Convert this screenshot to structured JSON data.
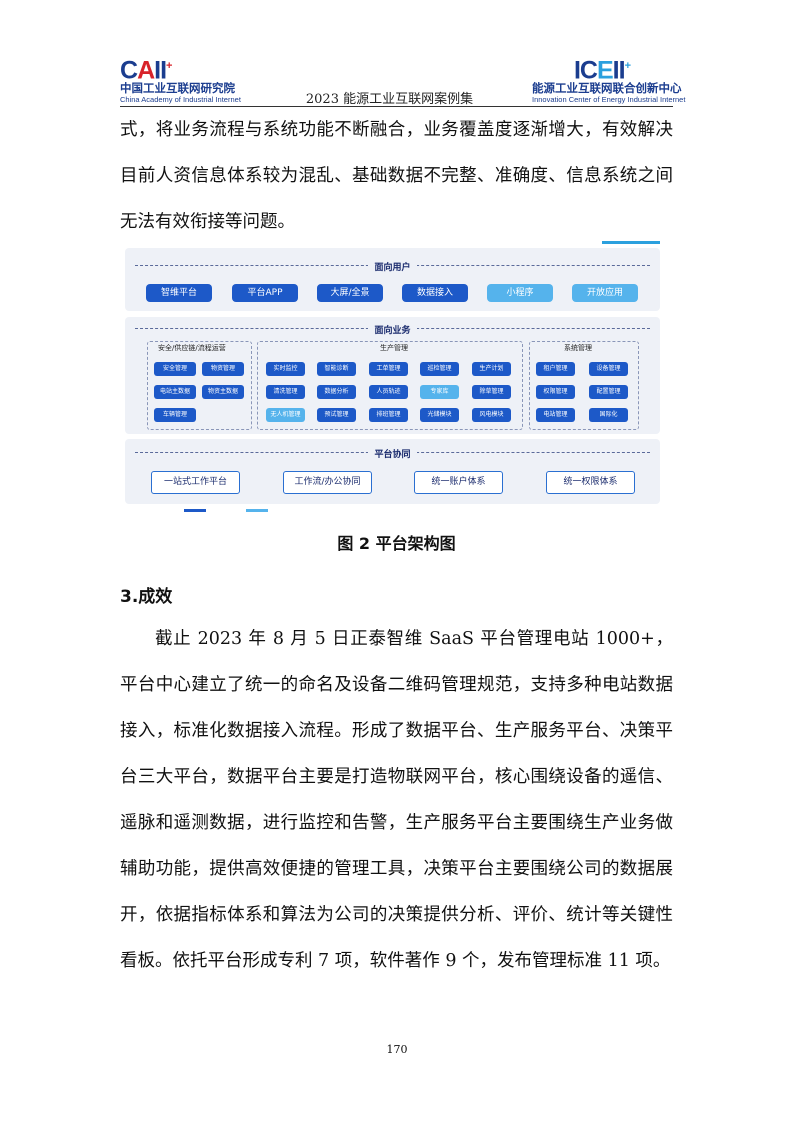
{
  "header": {
    "left_logo": {
      "mark": "CAII",
      "plus": "+",
      "cn": "中国工业互联网研究院",
      "en": "China Academy of Industrial Internet"
    },
    "title": "2023 能源工业互联网案例集",
    "right_logo": {
      "mark": "ICEII",
      "plus": "+",
      "cn": "能源工业互联网联合创新中心",
      "en": "Innovation Center of Energy Industrial Internet"
    }
  },
  "body": {
    "para1": "式，将业务流程与系统功能不断融合，业务覆盖度逐渐增大，有效解决目前人资信息体系较为混乱、基础数据不完整、准确度、信息系统之间无法有效衔接等问题。",
    "caption": "图 2  平台架构图",
    "section_title": "3.成效",
    "para2": "截止 2023 年 8 月 5 日正泰智维 SaaS 平台管理电站 1000+，平台中心建立了统一的命名及设备二维码管理规范，支持多种电站数据接入，标准化数据接入流程。形成了数据平台、生产服务平台、决策平台三大平台，数据平台主要是打造物联网平台，核心围绕设备的遥信、遥脉和遥测数据，进行监控和告警，生产服务平台主要围绕生产业务做辅助功能，提供高效便捷的管理工具，决策平台主要围绕公司的数据展开，依据指标体系和算法为公司的决策提供分析、评价、统计等关键性看板。依托平台形成专利 7 项，软件著作 9 个，发布管理标准 11 项。"
  },
  "diagram": {
    "user_layer": {
      "title": "面向用户",
      "items": [
        "智维平台",
        "平台APP",
        "大屏/全景",
        "数据接入",
        "小程序",
        "开放应用"
      ]
    },
    "business_layer": {
      "title": "面向业务",
      "groups": [
        {
          "title": "安全/供应链/流程运营",
          "items": [
            "安全管理",
            "物资管理",
            "电站主数据",
            "物资主数据",
            "车辆管理"
          ]
        },
        {
          "title": "生产管理",
          "items": [
            "实时监控",
            "智能诊断",
            "工单管理",
            "巡检管理",
            "生产计划",
            "清洗管理",
            "数据分析",
            "人员轨迹",
            "专家库",
            "除草管理",
            "无人机管理",
            "预试管理",
            "排班管理",
            "光储模块",
            "风电模块"
          ]
        },
        {
          "title": "系统管理",
          "items": [
            "租户管理",
            "设备管理",
            "权限管理",
            "配置管理",
            "电站管理",
            "国际化"
          ]
        }
      ]
    },
    "collab_layer": {
      "title": "平台协同",
      "items": [
        "一站式工作平台",
        "工作流/办公协同",
        "统一账户体系",
        "统一权限体系"
      ]
    }
  },
  "footer": {
    "page_number": "170"
  }
}
